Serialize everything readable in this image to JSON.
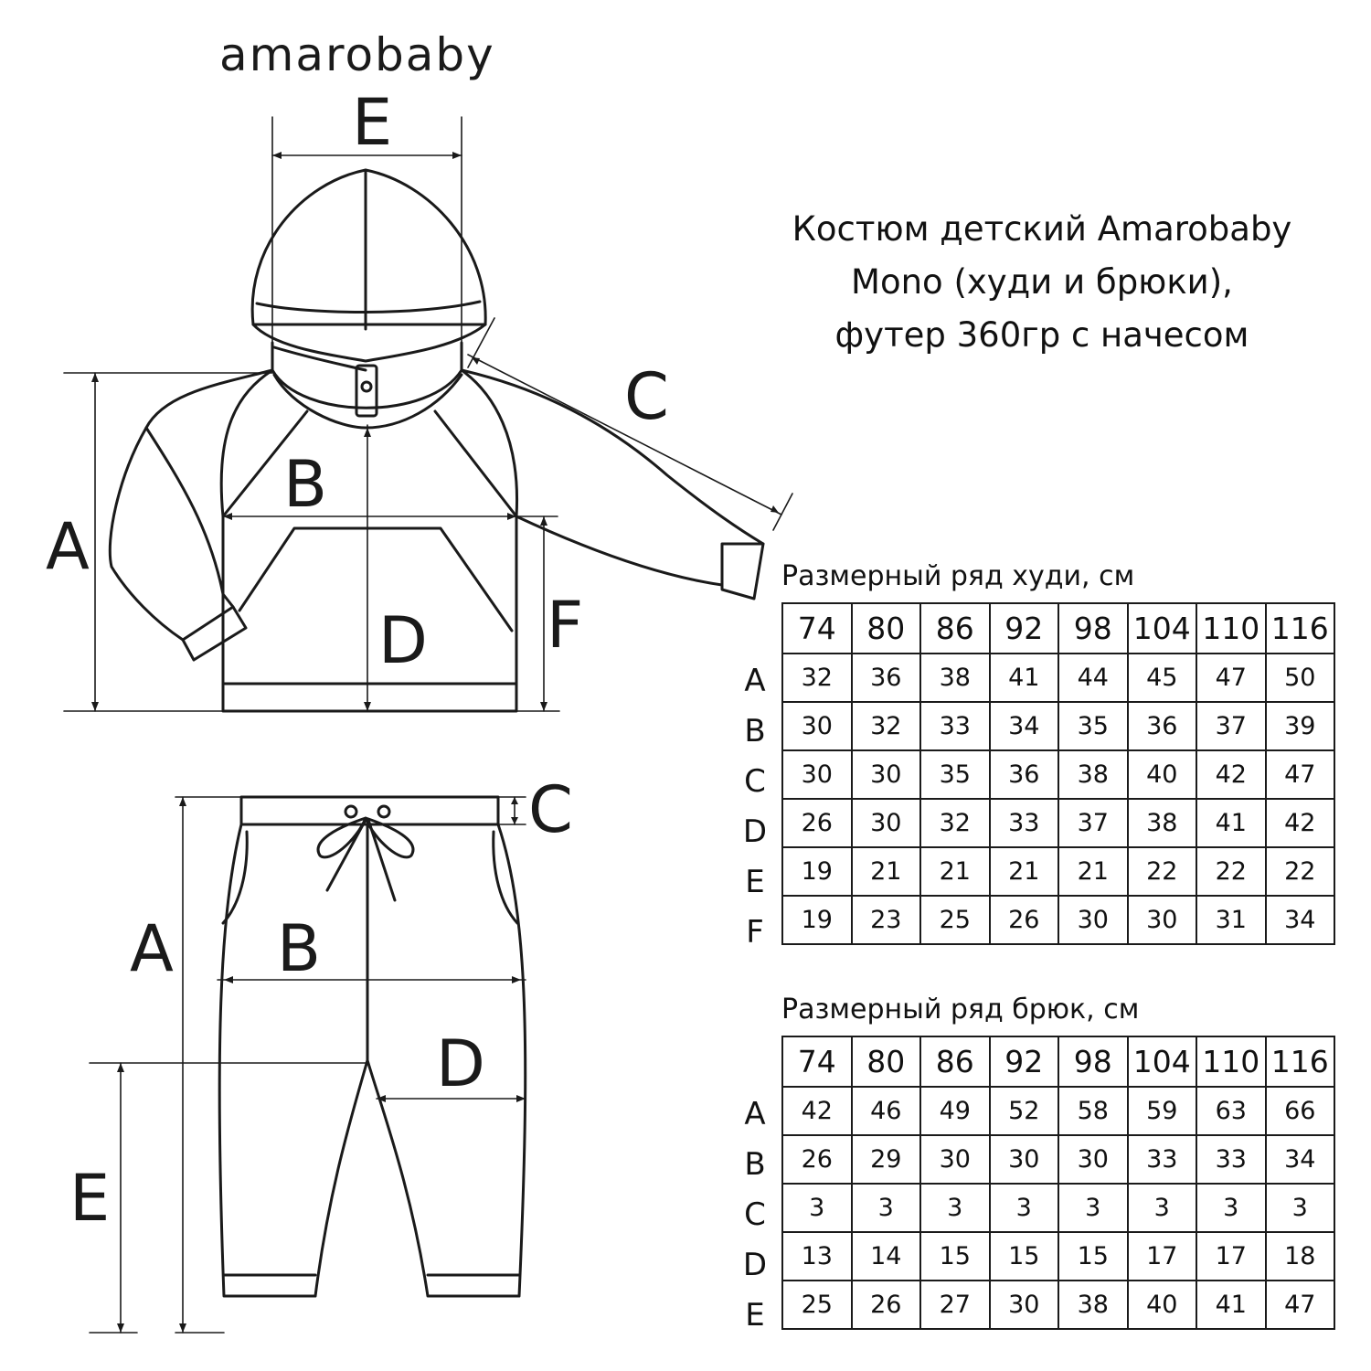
{
  "brand": "amarobaby",
  "title_lines": [
    "Костюм детский Amarobaby",
    "Mono (худи и брюки),",
    "футер 360гр с начесом"
  ],
  "hoodie": {
    "caption": "Размерный ряд худи, см",
    "sizes": [
      "74",
      "80",
      "86",
      "92",
      "98",
      "104",
      "110",
      "116"
    ],
    "rows": [
      {
        "label": "A",
        "values": [
          "32",
          "36",
          "38",
          "41",
          "44",
          "45",
          "47",
          "50"
        ]
      },
      {
        "label": "B",
        "values": [
          "30",
          "32",
          "33",
          "34",
          "35",
          "36",
          "37",
          "39"
        ]
      },
      {
        "label": "C",
        "values": [
          "30",
          "30",
          "35",
          "36",
          "38",
          "40",
          "42",
          "47"
        ]
      },
      {
        "label": "D",
        "values": [
          "26",
          "30",
          "32",
          "33",
          "37",
          "38",
          "41",
          "42"
        ]
      },
      {
        "label": "E",
        "values": [
          "19",
          "21",
          "21",
          "21",
          "21",
          "22",
          "22",
          "22"
        ]
      },
      {
        "label": "F",
        "values": [
          "19",
          "23",
          "25",
          "26",
          "30",
          "30",
          "31",
          "34"
        ]
      }
    ]
  },
  "pants": {
    "caption": "Размерный ряд брюк, см",
    "sizes": [
      "74",
      "80",
      "86",
      "92",
      "98",
      "104",
      "110",
      "116"
    ],
    "rows": [
      {
        "label": "A",
        "values": [
          "42",
          "46",
          "49",
          "52",
          "58",
          "59",
          "63",
          "66"
        ]
      },
      {
        "label": "B",
        "values": [
          "26",
          "29",
          "30",
          "30",
          "30",
          "33",
          "33",
          "34"
        ]
      },
      {
        "label": "C",
        "values": [
          "3",
          "3",
          "3",
          "3",
          "3",
          "3",
          "3",
          "3"
        ]
      },
      {
        "label": "D",
        "values": [
          "13",
          "14",
          "15",
          "15",
          "15",
          "17",
          "17",
          "18"
        ]
      },
      {
        "label": "E",
        "values": [
          "25",
          "26",
          "27",
          "30",
          "38",
          "40",
          "41",
          "47"
        ]
      }
    ]
  },
  "diagram_labels": {
    "hoodie": {
      "A": "A",
      "B": "B",
      "C": "C",
      "D": "D",
      "E": "E",
      "F": "F"
    },
    "pants": {
      "A": "A",
      "B": "B",
      "C": "C",
      "D": "D",
      "E": "E"
    }
  }
}
